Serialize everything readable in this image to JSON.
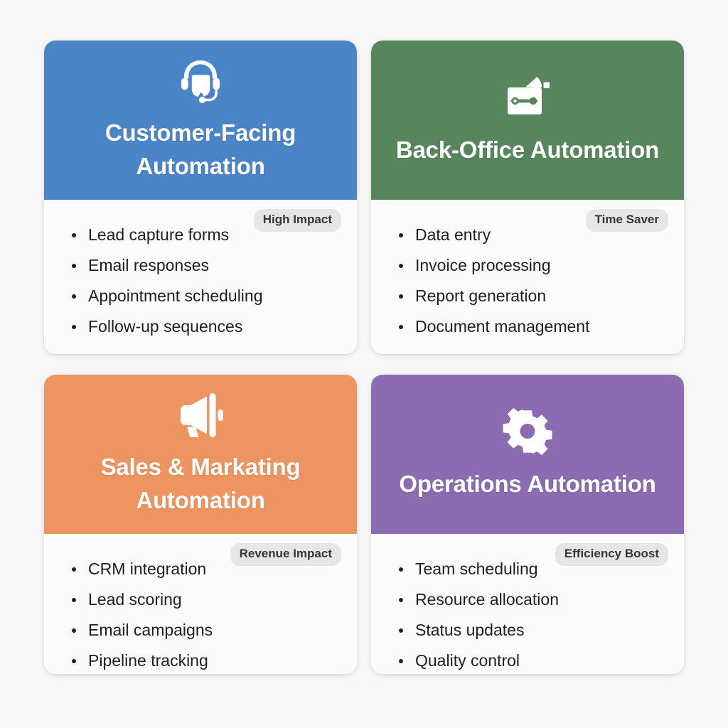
{
  "page": {
    "background_color": "#f7f7f7",
    "layout": "2x2-card-grid"
  },
  "cards": [
    {
      "id": "customer-facing-automation",
      "title": "Customer-Facing Automation",
      "color": "#4a85c8",
      "color_name": "blue",
      "icon": "headset-icon",
      "badge": "High Impact",
      "items": [
        "Lead capture forms",
        "Email responses",
        "Appointment scheduling",
        "Follow-up sequences"
      ]
    },
    {
      "id": "back-office-automation",
      "title": "Back-Office Automation",
      "color": "#58865c",
      "color_name": "green",
      "icon": "file-tray-icon",
      "badge": "Time Saver",
      "items": [
        "Data entry",
        "Invoice processing",
        "Report generation",
        "Document management"
      ]
    },
    {
      "id": "sales-marketing-automation",
      "title": "Sales & Markating Automation",
      "color": "#ed9460",
      "color_name": "orange",
      "icon": "megaphone-icon",
      "badge": "Revenue Impact",
      "items": [
        "CRM integration",
        "Lead scoring",
        "Email campaigns",
        "Pipeline tracking"
      ]
    },
    {
      "id": "operations-automation",
      "title": "Operations Automation",
      "color": "#8b6cb0",
      "color_name": "purple",
      "icon": "gear-icon",
      "badge": "Efficiency Boost",
      "items": [
        "Team scheduling",
        "Resource allocation",
        "Status updates",
        "Quality control"
      ]
    }
  ]
}
